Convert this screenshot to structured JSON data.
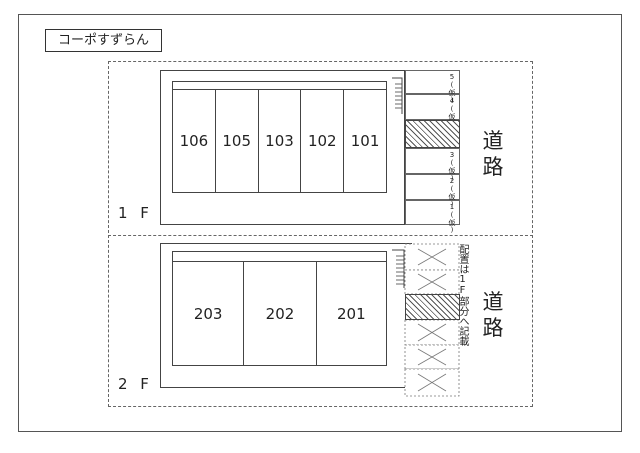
{
  "title": "コーポすずらん",
  "road_label": "道路",
  "floor1": {
    "label": "1 F",
    "units": [
      "106",
      "105",
      "103",
      "102",
      "101"
    ],
    "parking": [
      "5(仮)",
      "4(仮)",
      "3(仮)",
      "2(仮)",
      "1(仮)"
    ]
  },
  "floor2": {
    "label": "2 F",
    "units": [
      "203",
      "202",
      "201"
    ],
    "note": "配置は1F部分へ記載"
  }
}
